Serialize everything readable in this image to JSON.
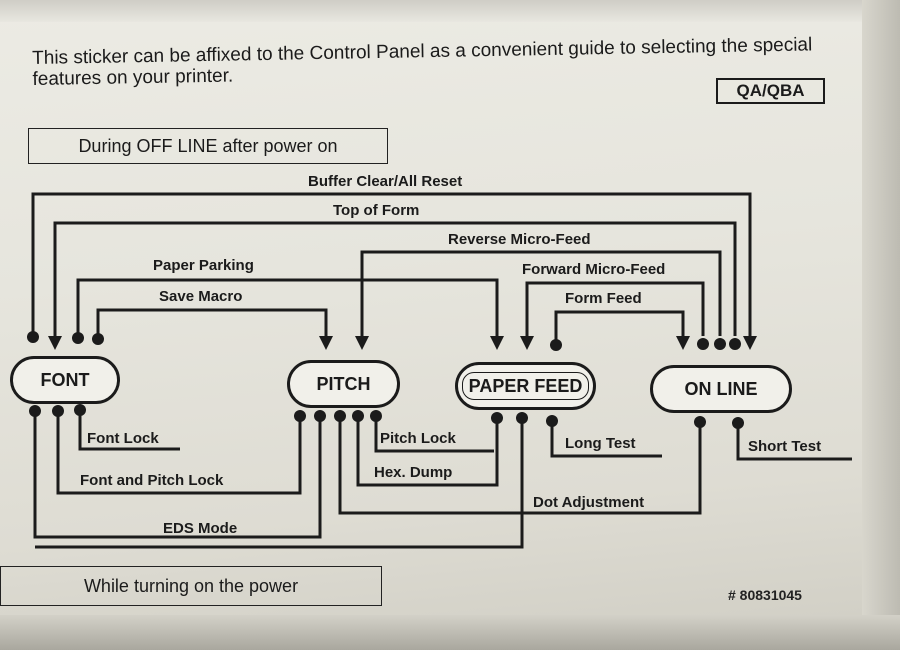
{
  "intro_text": "This sticker can be affixed to the Control Panel as a convenient guide to selecting the special features on your printer.",
  "model_label": "QA/QBA",
  "section_off_line": "During OFF LINE after power on",
  "section_power_on": "While turning on the power",
  "part_number": "# 80831045",
  "buttons": {
    "font": "FONT",
    "pitch": "PITCH",
    "paper_feed": "PAPER FEED",
    "on_line": "ON LINE"
  },
  "functions_off_line": {
    "buffer_clear": "Buffer Clear/All Reset",
    "top_of_form": "Top of Form",
    "reverse_micro_feed": "Reverse Micro-Feed",
    "paper_parking": "Paper Parking",
    "forward_micro_feed": "Forward Micro-Feed",
    "save_macro": "Save Macro",
    "form_feed": "Form Feed"
  },
  "functions_power_on": {
    "font_lock": "Font Lock",
    "pitch_lock": "Pitch Lock",
    "long_test": "Long Test",
    "short_test": "Short Test",
    "hex_dump": "Hex. Dump",
    "font_and_pitch_lock": "Font and Pitch Lock",
    "dot_adjustment": "Dot Adjustment",
    "eds_mode": "EDS Mode"
  }
}
